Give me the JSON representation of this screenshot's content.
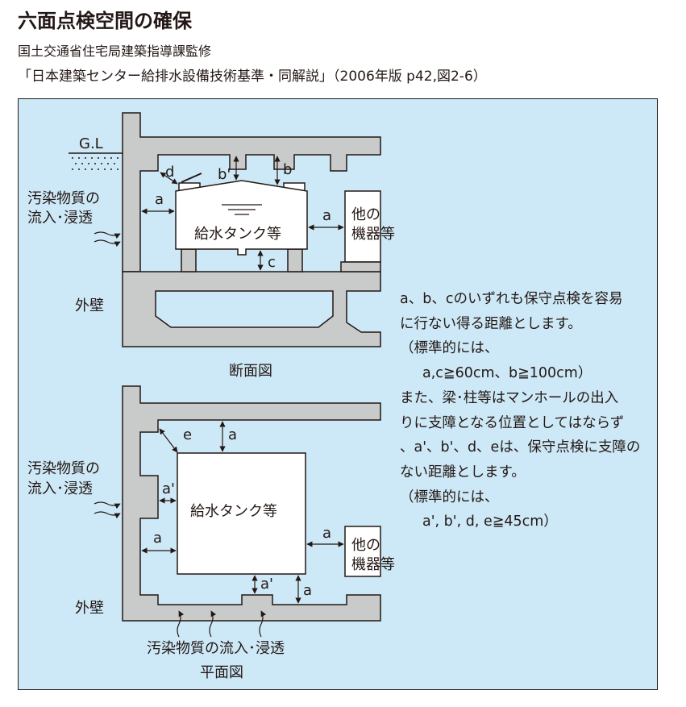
{
  "header": {
    "title": "六面点検空間の確保",
    "subtitle1": "国土交通省住宅局建築指導課監修",
    "subtitle2": "「日本建築センター給排水設備技術基準・同解説」（2006年版 p42,図2-6）"
  },
  "section_view": {
    "ground_label": "G.L",
    "contamination_label": [
      "汚染物質の",
      "流入･浸透"
    ],
    "tank_label": "給水タンク等",
    "equipment_label": [
      "他の",
      "機器等"
    ],
    "outer_wall_label": "外壁",
    "caption": "断面図",
    "dim_a": "a",
    "dim_b": "b",
    "dim_b_prime": "b'",
    "dim_c": "c",
    "dim_d": "d"
  },
  "plan_view": {
    "contamination_label": [
      "汚染物質の",
      "流入･浸透"
    ],
    "tank_label": "給水タンク等",
    "equipment_label": [
      "他の",
      "機器等"
    ],
    "outer_wall_label": "外壁",
    "bottom_label": "汚染物質の流入･浸透",
    "caption": "平面図",
    "dim_a": "a",
    "dim_a_prime": "a'",
    "dim_e": "e"
  },
  "description": {
    "lines": [
      "a、b、cのいずれも保守点検を容易",
      "に行ない得る距離とします。",
      "（標準的には、",
      "a,c≧60cm、b≧100cm）",
      "また、梁･柱等はマンホールの出入",
      "りに支障となる位置としてはならず",
      "、a'、b'、d、eは、保守点検に支障の",
      "ない距離とします。",
      "（標準的には、",
      "a', b', d, e≧45cm）"
    ]
  },
  "colors": {
    "panel_bg": "#cde8f6",
    "structure": "#c9caca",
    "outline": "#231815",
    "tank": "#ffffff"
  }
}
